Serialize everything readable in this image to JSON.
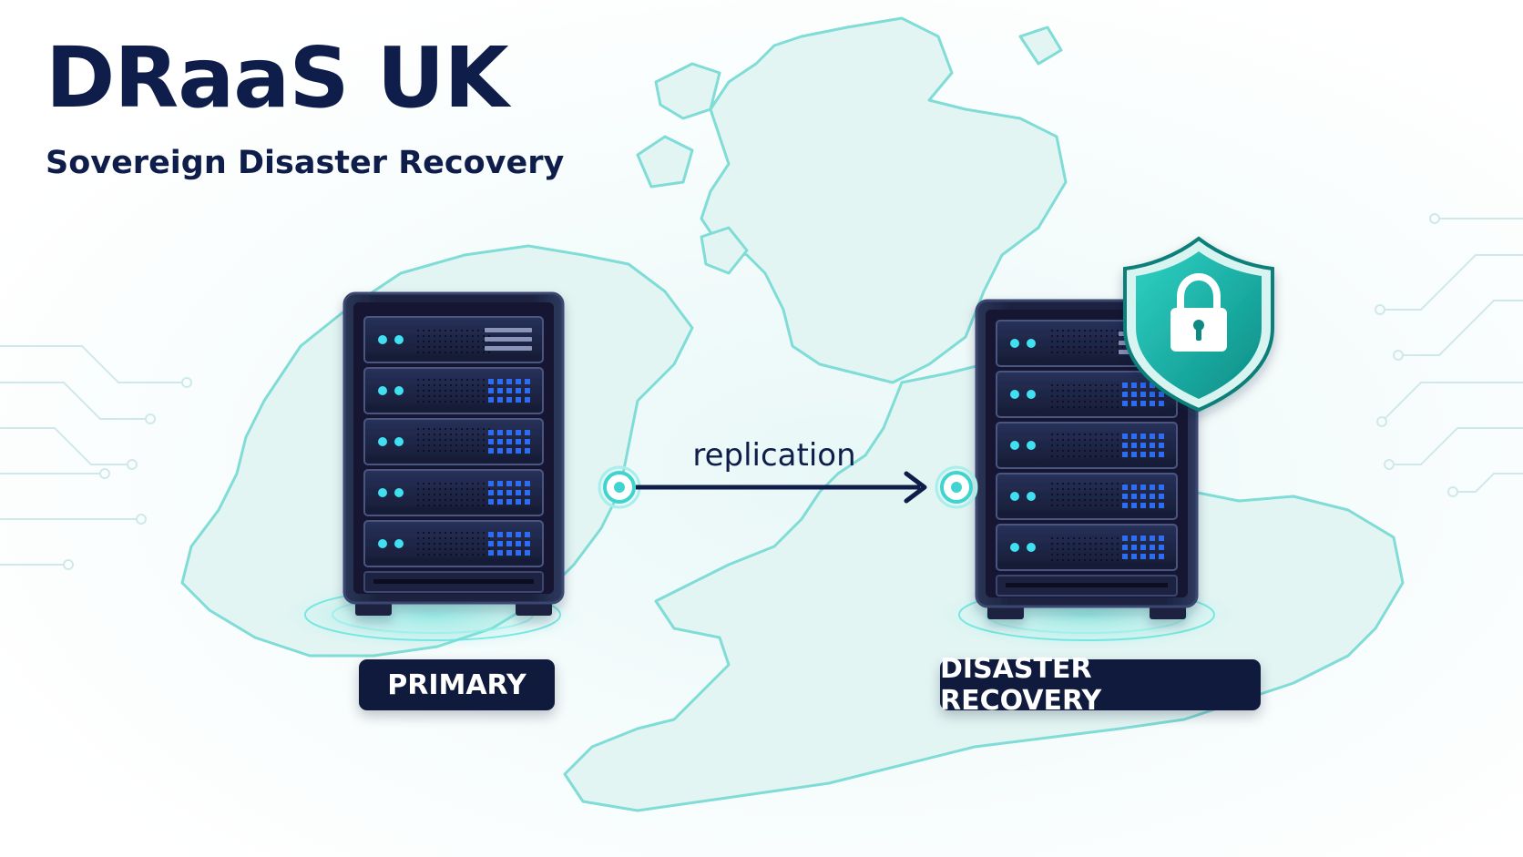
{
  "title": "DRaaS UK",
  "subtitle": "Sovereign Disaster Recovery",
  "diagram": {
    "nodes": [
      {
        "id": "primary",
        "label": "PRIMARY"
      },
      {
        "id": "disaster-recovery",
        "label": "DISASTER RECOVERY"
      }
    ],
    "edges": [
      {
        "from": "primary",
        "to": "disaster-recovery",
        "label": "replication"
      }
    ]
  },
  "icons": [
    "server-rack-icon",
    "shield-lock-icon",
    "uk-map-icon",
    "circuit-lines-icon"
  ],
  "colors": {
    "navy": "#0f1d4a",
    "pill": "#0f1a3d",
    "teal": "#19b3ac",
    "teal_light": "#7fdcd6",
    "map_fill": "#e3f5f3",
    "led_cyan": "#3fe0f0",
    "led_blue": "#2f6cf0"
  }
}
